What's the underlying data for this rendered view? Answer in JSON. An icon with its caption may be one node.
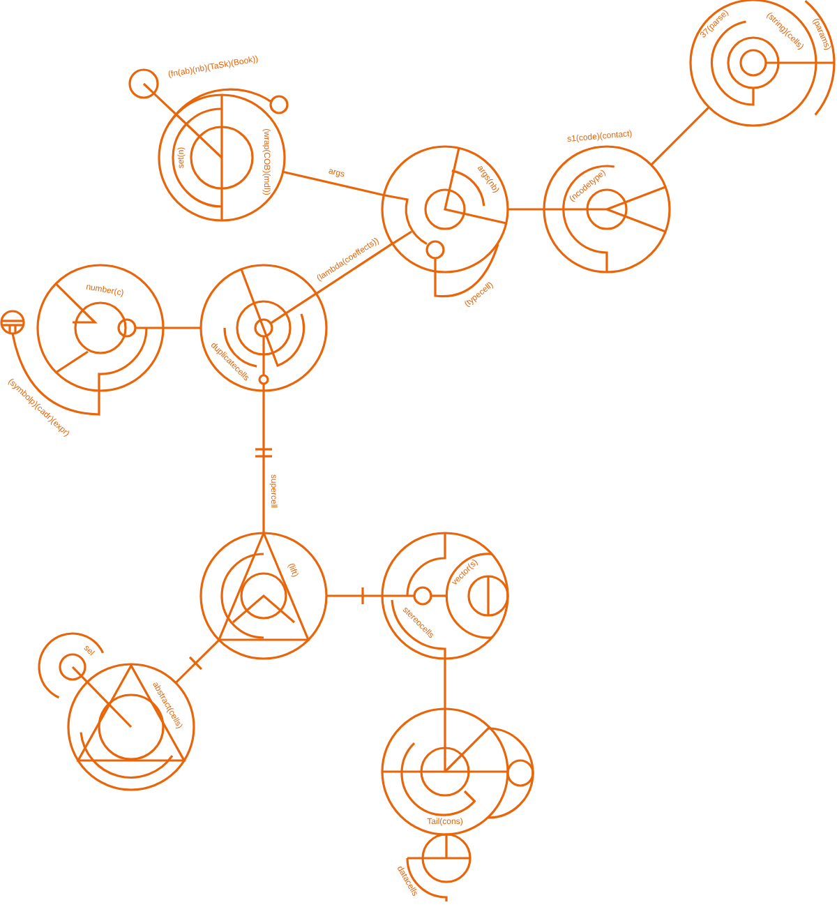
{
  "diagram": {
    "nodes": [
      {
        "text": [
          "set(n)",
          "(wrap(COB)(mdl))"
        ]
      },
      {
        "text": [],
        "shape": "circle"
      },
      {
        "text": [],
        "shape": "circle"
      },
      {
        "text": [
          "37(parse)",
          "(string)(cells)",
          "(params)"
        ]
      },
      {
        "text": [
          "args(nb)",
          "(typecell)"
        ]
      },
      {
        "text": [
          "s1(code)(contact)",
          "(ncodetype)"
        ]
      },
      {
        "text": [],
        "shape": "circle"
      },
      {
        "text": [
          "number(c)"
        ]
      },
      {
        "text": [
          "duplicatecells"
        ]
      },
      {
        "text": [
          "(lift)"
        ]
      },
      {
        "text": [
          "vector(s)",
          "stereocells"
        ]
      },
      {
        "text": [
          "abstract(cells)"
        ]
      },
      {
        "text": [
          "sel"
        ]
      },
      {
        "text": [
          "Tail(cons)"
        ]
      },
      {
        "text": [],
        "shape": "circle"
      },
      {
        "text": [],
        "shape": "circle",
        "beside": [
          "datacells"
        ]
      }
    ],
    "edges": [
      {
        "from": 0,
        "to": 1,
        "arrow": "none"
      },
      {
        "from": 0,
        "to": 2,
        "arrow": "none",
        "label": "(fn(ab)(nb)(TaSk)(Book))"
      },
      {
        "from": 0,
        "to": 4,
        "arrow": "none",
        "label": "args"
      },
      {
        "from": 4,
        "to": 5,
        "arrow": "none"
      },
      {
        "from": 5,
        "to": 3,
        "arrow": "none"
      },
      {
        "from": 4,
        "to": 8,
        "arrow": "none",
        "label": "(lambda(coeffects))"
      },
      {
        "from": 7,
        "to": 6,
        "arrow": "none",
        "label": "(symbolp)(cadr)(expr)"
      },
      {
        "from": 7,
        "to": 8,
        "arrow": "none"
      },
      {
        "from": 8,
        "to": 9,
        "arrow": "other",
        "label": "supercell"
      },
      {
        "from": 9,
        "to": 10,
        "arrow": "other"
      },
      {
        "from": 9,
        "to": 11,
        "arrow": "other"
      },
      {
        "from": 10,
        "to": 13,
        "arrow": "none"
      },
      {
        "from": 11,
        "to": 12,
        "arrow": "none"
      }
    ]
  }
}
